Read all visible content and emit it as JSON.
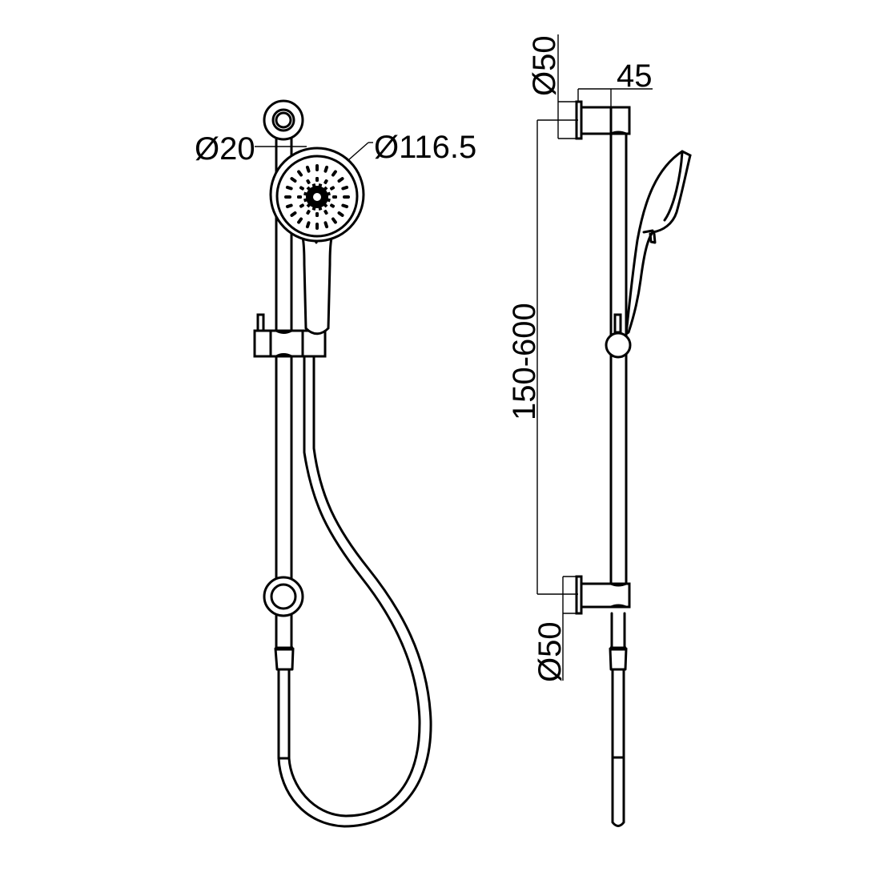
{
  "drawing": {
    "subject": "Shower rail set with hand shower",
    "front_view": {
      "labels": {
        "rail_diameter": "Ø20",
        "head_diameter": "Ø116.5"
      }
    },
    "side_view": {
      "labels": {
        "top_bracket_diameter": "Ø50",
        "projection": "45",
        "bracket_spacing": "150-600",
        "bottom_bracket_diameter": "Ø50"
      }
    },
    "colors": {
      "line": "#000000",
      "background": "#ffffff"
    }
  }
}
